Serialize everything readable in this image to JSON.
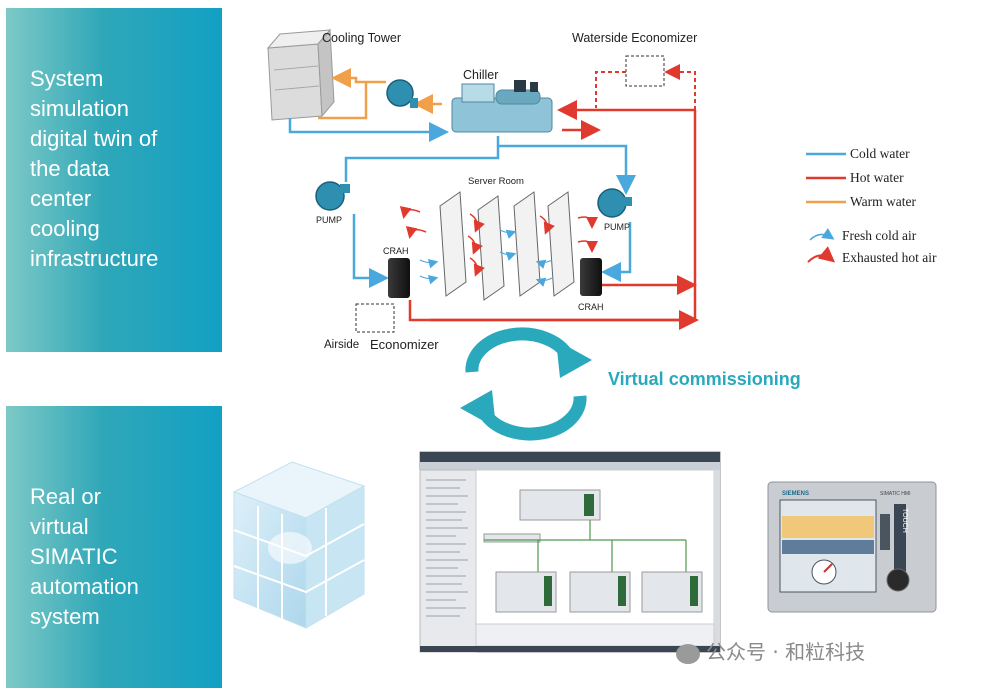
{
  "panels": {
    "top": {
      "lines": [
        "System",
        "simulation",
        "digital twin of",
        "the data",
        "center",
        "cooling",
        "infrastructure"
      ]
    },
    "bottom": {
      "lines": [
        "Real or",
        "virtual",
        "SIMATIC",
        "automation",
        "system"
      ]
    }
  },
  "diagram": {
    "labels": {
      "cooling_tower": "Cooling Tower",
      "chiller": "Chiller",
      "waterside_economizer": "Waterside Economizer",
      "server_room": "Server Room",
      "pump_left": "PUMP",
      "pump_right": "PUMP",
      "crah_left": "CRAH",
      "crah_right": "CRAH",
      "airside": "Airside",
      "economizer": "Economizer"
    },
    "legend": [
      {
        "label": "Cold water",
        "color": "#4aa8dc",
        "kind": "line"
      },
      {
        "label": "Hot water",
        "color": "#e03a2f",
        "kind": "line"
      },
      {
        "label": "Warm water",
        "color": "#f0a04a",
        "kind": "line"
      },
      {
        "label": "Fresh cold air",
        "color": "#4aa8dc",
        "kind": "arrow"
      },
      {
        "label": "Exhausted hot air",
        "color": "#e03a2f",
        "kind": "arrow"
      }
    ],
    "colors": {
      "cold": "#4aa8dc",
      "hot": "#e03a2f",
      "warm": "#f0a04a"
    }
  },
  "virtual_commissioning": {
    "label": "Virtual commissioning",
    "color": "#2aa9bd"
  },
  "hmi": {
    "brand": "SIEMENS",
    "model": "SIMATIC HMI",
    "side_label": "TOUCH"
  },
  "watermark": "公众号 · 和粒科技"
}
